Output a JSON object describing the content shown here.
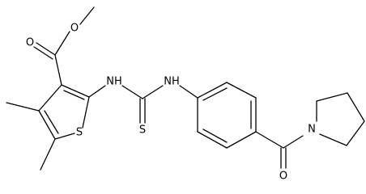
{
  "structure": {
    "atom_labels": {
      "ester_oxygen": "O",
      "carbonyl_oxygen": "O",
      "thiophene_sulfur": "S",
      "nh_left": "NH",
      "nh_right": "NH",
      "thione_sulfur": "S",
      "amide_nitrogen": "N",
      "amide_oxygen": "O"
    }
  }
}
